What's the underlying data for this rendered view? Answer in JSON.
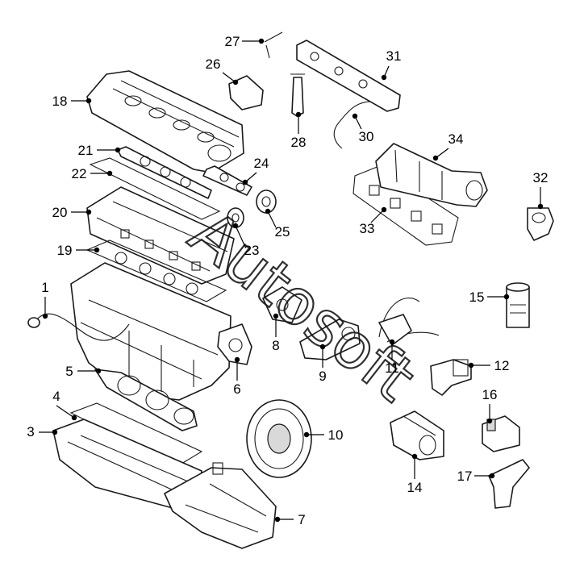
{
  "callouts": [
    "1",
    "3",
    "4",
    "5",
    "6",
    "7",
    "8",
    "9",
    "10",
    "11",
    "12",
    "14",
    "15",
    "16",
    "17",
    "18",
    "19",
    "20",
    "21",
    "22",
    "23",
    "24",
    "25",
    "26",
    "27",
    "28",
    "30",
    "31",
    "32",
    "33",
    "34"
  ],
  "watermark": "Autosoft"
}
